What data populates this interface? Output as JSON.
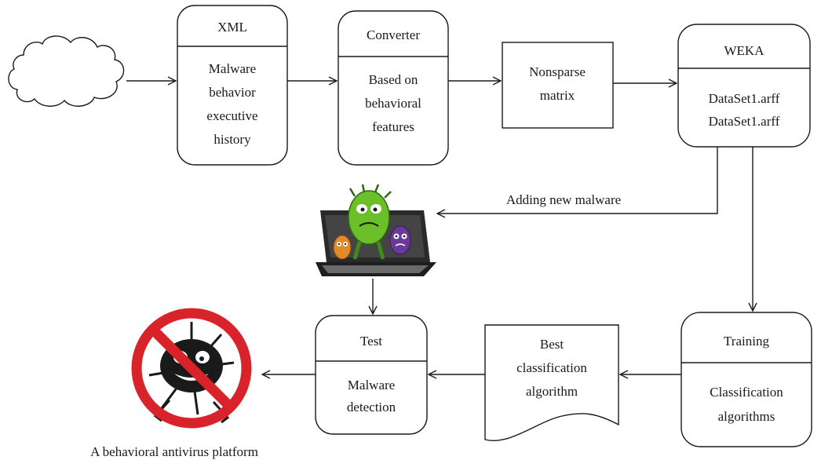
{
  "xml_box": {
    "header": "XML",
    "body": [
      "Malware",
      "behavior",
      "executive",
      "history"
    ]
  },
  "converter_box": {
    "header": "Converter",
    "body": [
      "Based on",
      "behavioral",
      "features"
    ]
  },
  "nonsparse_box": {
    "body": [
      "Nonsparse",
      "matrix"
    ]
  },
  "weka_box": {
    "header": "WEKA",
    "body": [
      "DataSet1.arff",
      "DataSet1.arff"
    ]
  },
  "adding_label": "Adding new malware",
  "training_box": {
    "header": "Training",
    "body": [
      "Classification",
      "algorithms"
    ]
  },
  "best_box": {
    "body": [
      "Best",
      "classification",
      "algorithm"
    ]
  },
  "test_box": {
    "header": "Test",
    "body": [
      "Malware",
      "detection"
    ]
  },
  "caption": "A behavioral antivirus platform",
  "colors": {
    "line": "#1a1a1a",
    "no_sign_red": "#d8232a",
    "virus_green": "#6bbf2a",
    "virus_purple": "#6a3a9a",
    "virus_orange": "#e08a2a",
    "laptop_dark": "#2a2a2a"
  },
  "icons": {
    "cloud": "cloud-icon",
    "laptop": "laptop-malware-icon",
    "no_sign": "no-malware-icon"
  }
}
